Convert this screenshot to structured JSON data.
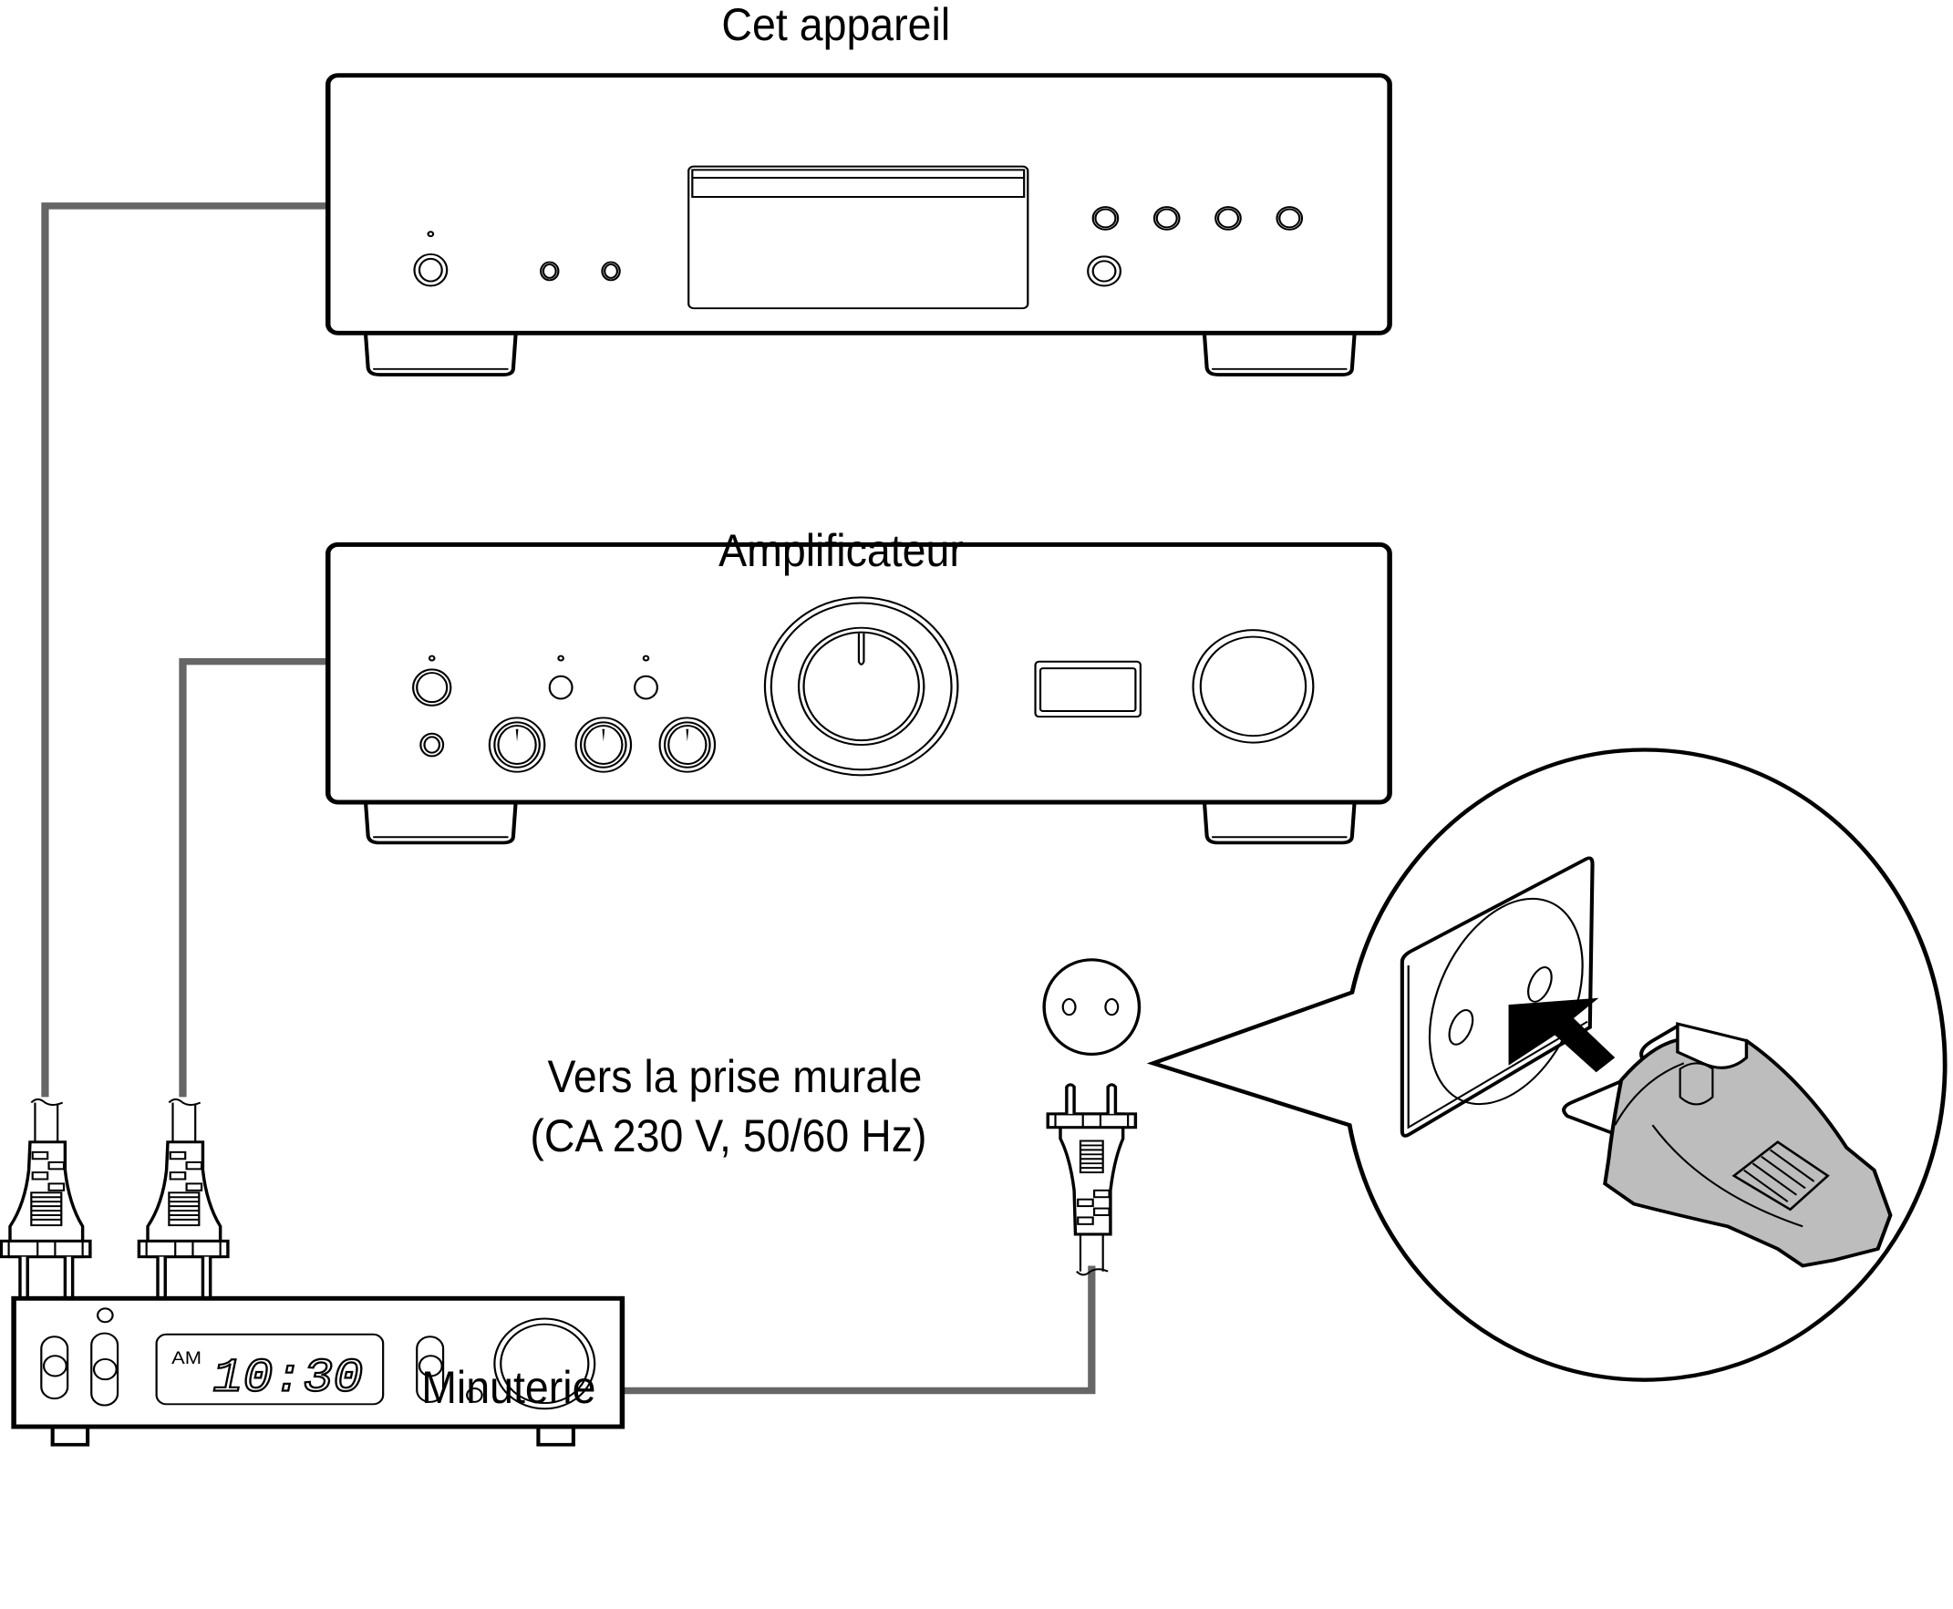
{
  "labels": {
    "cd_player": "Cet appareil",
    "amplifier": "Amplificateur",
    "timer": "Minuterie",
    "wall_outlet_line1": "Vers la prise murale",
    "wall_outlet_line2": "(CA 230 V, 50/60 Hz)"
  },
  "timer_display": {
    "period": "AM",
    "time": "10:30"
  },
  "colors": {
    "cable": "#666666",
    "plug_callout_fill": "#bdbdbd",
    "line": "#000000"
  }
}
